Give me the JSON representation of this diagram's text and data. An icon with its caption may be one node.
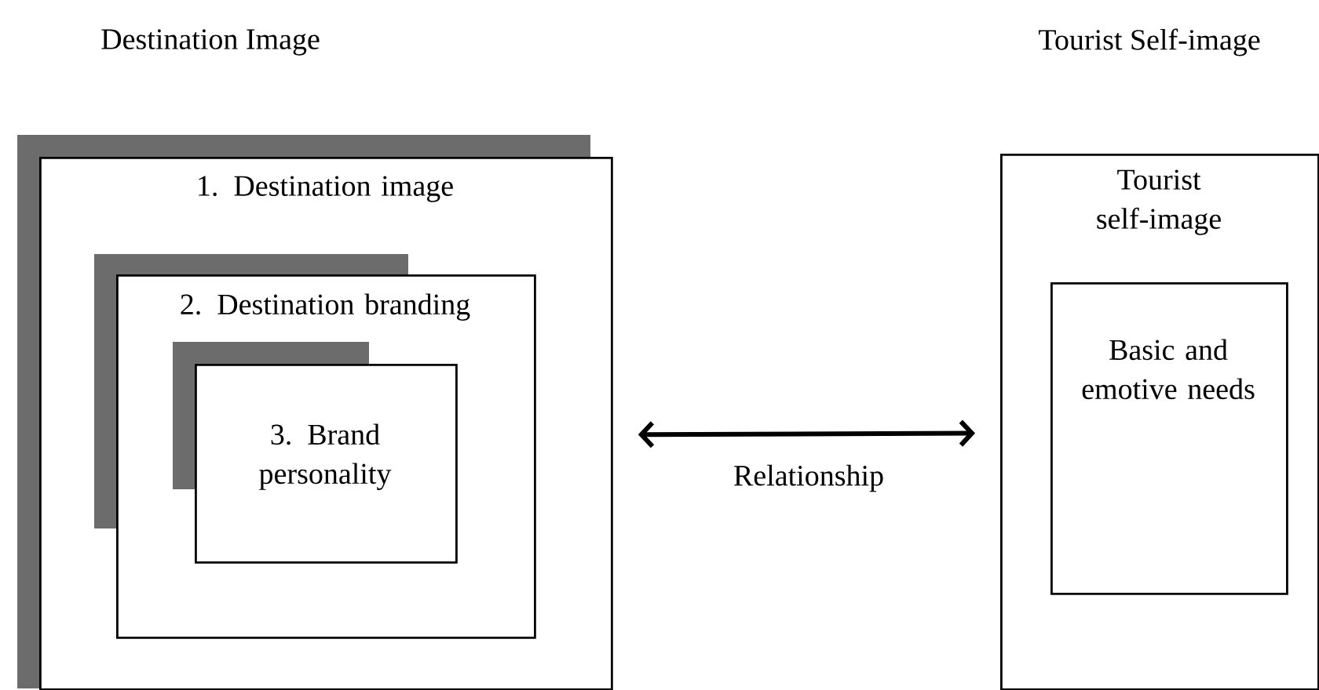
{
  "diagram": {
    "nodes": [
      {
        "text": [
          "1. Destination image"
        ]
      },
      {
        "text": [
          "2. Destination branding"
        ],
        "in": 0
      },
      {
        "text": [
          "3. Brand personality"
        ],
        "in": 1
      },
      {
        "text": [
          "Tourist self-image"
        ]
      },
      {
        "text": [
          "Basic and emotive needs"
        ],
        "in": 3
      }
    ],
    "edges": [
      {
        "from": 0,
        "to": 3,
        "arrow": "both",
        "label": "Relationship"
      }
    ],
    "labels": [
      "Destination Image",
      "Tourist Self-image"
    ]
  }
}
